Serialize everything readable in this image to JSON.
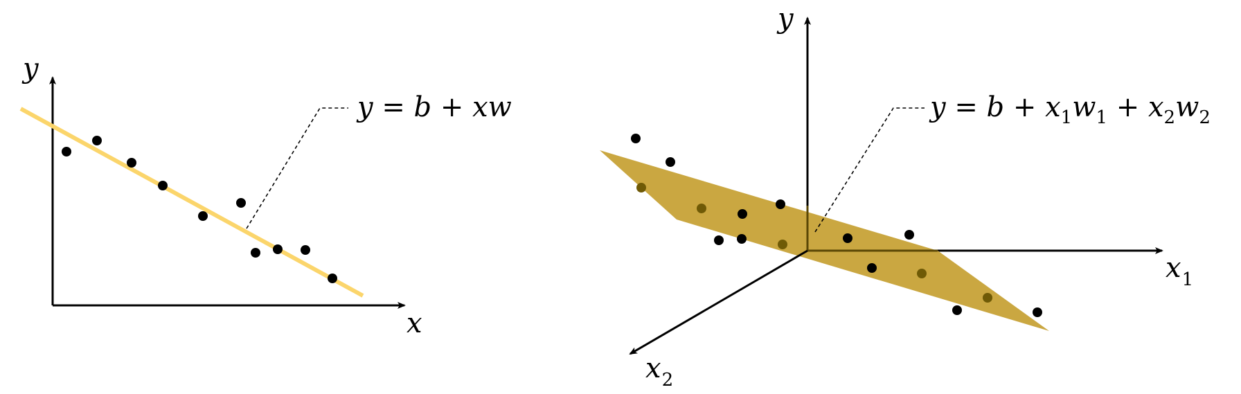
{
  "colors": {
    "line": "#fbd56b",
    "plane": "#c9a53d",
    "points": "#000000",
    "points_under_plane": "#6f5a06"
  },
  "left_panel": {
    "y_label": "y",
    "x_label": "x",
    "equation": "y = b + xw"
  },
  "right_panel": {
    "y_label": "y",
    "x1_label": "x",
    "x1_sub": "1",
    "x2_label": "x",
    "x2_sub": "2",
    "equation_parts": [
      "y = b + x",
      "1",
      "w",
      "1",
      " + x",
      "2",
      "w",
      "2"
    ]
  }
}
